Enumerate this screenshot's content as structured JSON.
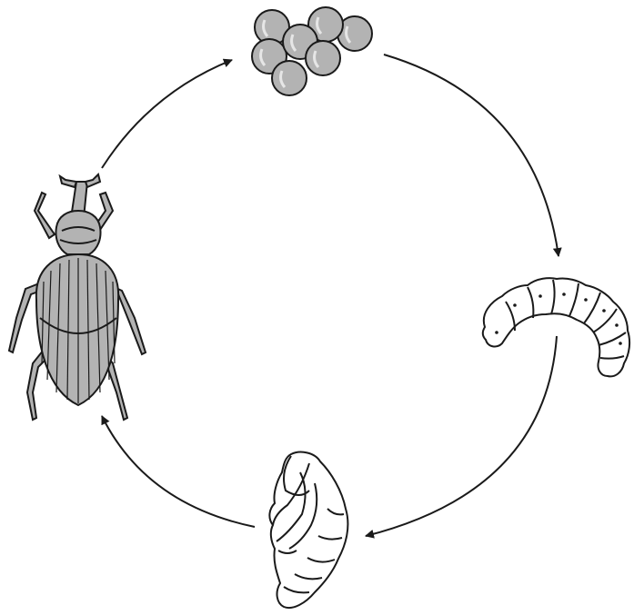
{
  "diagram": {
    "type": "life-cycle",
    "stages": [
      {
        "id": "eggs",
        "icon": "egg-cluster-icon"
      },
      {
        "id": "larva",
        "icon": "larva-icon"
      },
      {
        "id": "pupa",
        "icon": "pupa-icon"
      },
      {
        "id": "adult",
        "icon": "weevil-adult-icon"
      }
    ],
    "arrows": [
      {
        "from": "adult",
        "to": "eggs"
      },
      {
        "from": "eggs",
        "to": "larva"
      },
      {
        "from": "larva",
        "to": "pupa"
      },
      {
        "from": "pupa",
        "to": "adult"
      }
    ],
    "colors": {
      "stroke": "#1a1a1a",
      "fill_gray": "#b3b3b3",
      "fill_light": "#ffffff"
    }
  }
}
